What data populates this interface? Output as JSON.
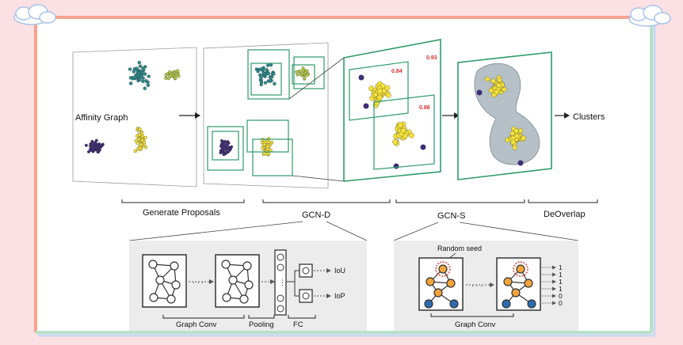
{
  "labels": {
    "affinity_graph": "Affinity Graph",
    "clusters": "Clusters",
    "generate_proposals": "Generate Proposals",
    "gcn_d": "GCN-D",
    "gcn_s": "GCN-S",
    "deoverlap": "DeOverlap"
  },
  "scores": [
    "0.93",
    "0.84",
    "0.86"
  ],
  "gcn_d_detail": {
    "ellipsis": "· · ·",
    "iou": "IoU",
    "iop": "IoP",
    "graph_conv": "Graph Conv",
    "pooling": "Pooling",
    "fc": "FC"
  },
  "gcn_s_detail": {
    "random_seed": "Random seed",
    "ellipsis": "· · ·",
    "graph_conv": "Graph Conv",
    "outputs": [
      "1",
      "1",
      "1",
      "1",
      "0",
      "0"
    ]
  },
  "colors": {
    "background": "#fbe0e4",
    "frame_green": "#2e9a6a",
    "node_yellow": "#f4e23a",
    "node_purple": "#3f2d78",
    "node_teal": "#2a8a8c",
    "node_lime": "#b9d046",
    "node_orange": "#f2a43a",
    "node_blue": "#2b6cb0",
    "seed_red": "#d9463c",
    "detail_panel": "#ececec"
  }
}
